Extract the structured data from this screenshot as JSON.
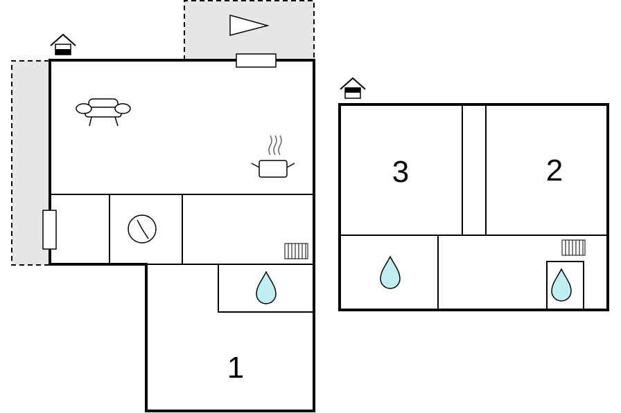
{
  "floor_ground": {
    "room_number": "1",
    "icons": [
      "house-level-icon",
      "sofa-icon",
      "cooking-pot-icon",
      "clock-icon",
      "radiator-icon",
      "water-drop-icon",
      "terrace-arrow-icon",
      "window-icon"
    ]
  },
  "floor_upper": {
    "room_numbers": [
      "3",
      "2"
    ],
    "icons": [
      "house-level-icon",
      "water-drop-icon",
      "radiator-icon"
    ]
  },
  "colors": {
    "wall": "#000000",
    "terrace_fill": "#e6e6e6",
    "water": "#bfeef3"
  }
}
